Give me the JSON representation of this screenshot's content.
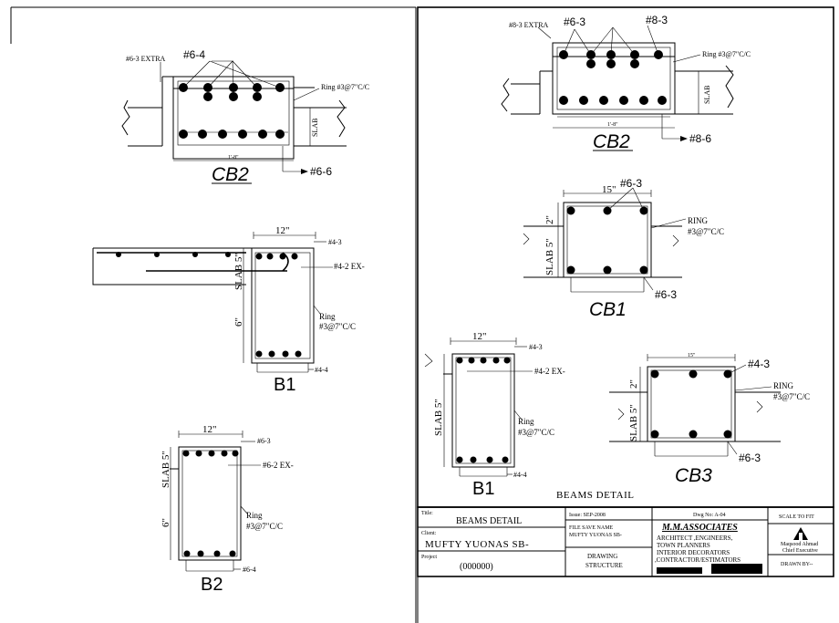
{
  "beams": {
    "cb2_left": {
      "title": "CB2",
      "extra_label": "#6-3 EXTRA",
      "top_bar_label": "#6-4",
      "bottom_bar_label": "#6-6",
      "ring_label": "Ring #3@7\"C/C",
      "side_dim": "SLAB",
      "width_dim": "1'-8\""
    },
    "b1_left": {
      "title": "B1",
      "width_dim": "12\"",
      "top_label": "#4-3",
      "extra_label": "#4-2  EX-",
      "slab_label": "SLAB 5\"",
      "depth_label": "6\"",
      "ring_line1": "Ring",
      "ring_line2": "#3@7\"C/C",
      "bottom_label": "#4-4"
    },
    "b2_left": {
      "title": "B2",
      "width_dim": "12\"",
      "top_label": "#6-3",
      "extra_label": "#6-2  EX-",
      "slab_label": "SLAB 5\"",
      "depth_label": "6\"",
      "ring_line1": "Ring",
      "ring_line2": "#3@7\"C/C",
      "bottom_label": "#6-4"
    },
    "cb2_right": {
      "title": "CB2",
      "extra_label": "#8-3 EXTRA",
      "top_bar_label_1": "#6-3",
      "top_bar_label_2": "#8-3",
      "bottom_bar_label": "#8-6",
      "ring_label": "Ring #3@7\"C/C",
      "side_dim": "SLAB",
      "width_dim": "1'-8\""
    },
    "cb1_right": {
      "title": "CB1",
      "width_dim": "15\"",
      "top_label": "#6-3",
      "slab_label": "SLAB 5\"",
      "depth_label": "2\"",
      "ring_line1": "RING",
      "ring_line2": "#3@7\"C/C",
      "bottom_label": "#6-3"
    },
    "b1_right": {
      "title": "B1",
      "width_dim": "12\"",
      "top_label": "#4-3",
      "extra_label": "#4-2  EX-",
      "slab_label": "SLAB 5\"",
      "ring_line1": "Ring",
      "ring_line2": "#3@7\"C/C",
      "bottom_label": "#4-4"
    },
    "cb3_right": {
      "title": "CB3",
      "width_dim": "15\"",
      "top_label": "#4-3",
      "slab_label": "SLAB 5\"",
      "depth_label": "2\"",
      "ring_line1": "RING",
      "ring_line2": "#3@7\"C/C",
      "bottom_label": "#6-3"
    }
  },
  "sheet_title": "BEAMS DETAIL",
  "title_block": {
    "title_caption": "Title:",
    "title_value": "BEAMS DETAIL",
    "client_caption": "Client:",
    "client_value": "MUFTY YUONAS SB-",
    "project_caption": "Project",
    "project_value": "(000000)",
    "issue": "Issue:  SEP-2008",
    "dwg_no": "Dwg No:   A-04",
    "file_save_caption": "FILE SAVE NAME",
    "file_save_value": "MUFTY YUONAS SB-",
    "drawing_type_1": "DRAWING",
    "drawing_type_2": "STRUCTURE",
    "firm_name": "M.M.ASSOCIATES",
    "firm_line_1": "ARCHITECT ,ENGINEERS,",
    "firm_line_2": "TOWN PLANNERS",
    "firm_line_3": "INTERIOR DECORATORS",
    "firm_line_4": ",CONTRACTOR/ESTIMATORS",
    "scale": "SCALE TO FIT",
    "person_name": "Maqsood Ahmad",
    "person_role": "Chief  Executive",
    "drawn_by": "DRAWN BY--"
  }
}
